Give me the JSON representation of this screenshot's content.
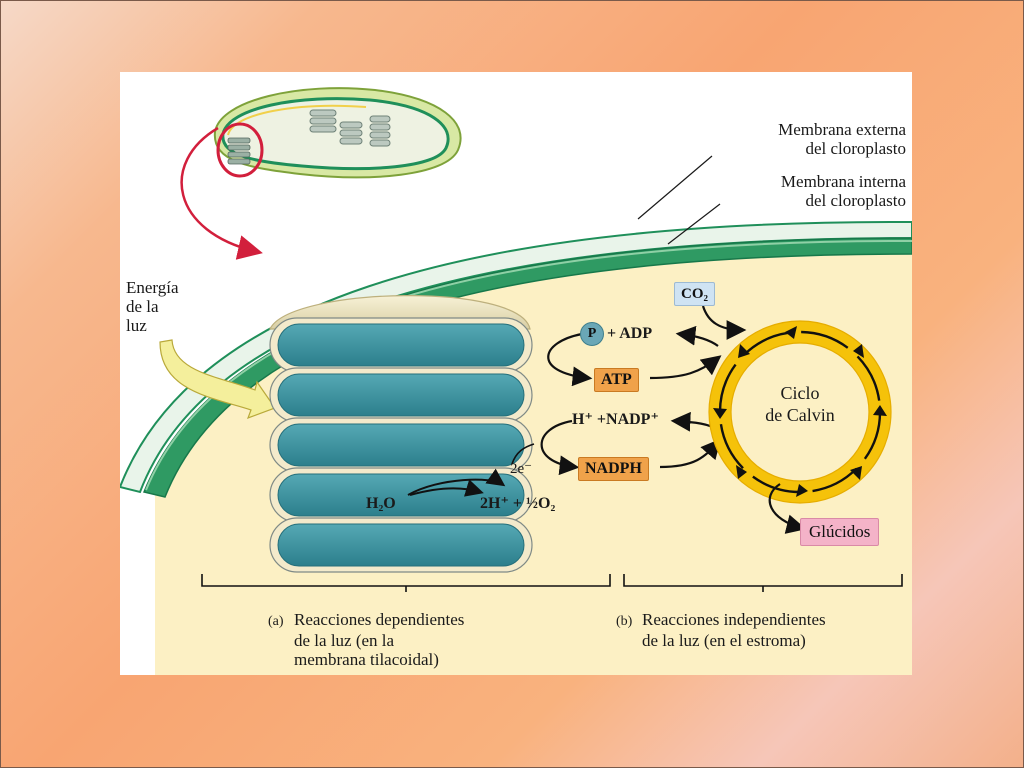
{
  "membranes": {
    "outer": [
      "Membrana externa",
      "del cloroplasto"
    ],
    "inner": [
      "Membrana interna",
      "del cloroplasto"
    ]
  },
  "light_energy": [
    "Energía",
    "de la",
    "luz"
  ],
  "inputs": {
    "co2": "CO₂"
  },
  "phosphate": {
    "p": "P",
    "plus_adp": "+ ADP"
  },
  "atp": "ATP",
  "nadp": "H⁺ +NADP⁺",
  "nadph": "NADPH",
  "electrons": "2e⁻",
  "water": "H₂O",
  "products": "2H⁺ + ½O₂",
  "calvin": [
    "Ciclo",
    "de Calvin"
  ],
  "glucides": "Glúcidos",
  "caption_a": {
    "tag": "(a)",
    "lines": [
      "Reacciones dependientes",
      "de la luz (en la",
      "membrana tilacoidal)"
    ]
  },
  "caption_b": {
    "tag": "(b)",
    "lines": [
      "Reacciones independientes",
      "de la luz (en el estroma)"
    ]
  },
  "colors": {
    "membrane": "#1f8f5a",
    "membrane_light": "#7fc79a",
    "stroma": "#fcf0c4",
    "thylakoid": "#3a93a0",
    "thylakoid_edge": "#f3eacb",
    "ring": "#f5c20a",
    "atp_box": "#f0a24a",
    "glucides_box": "#f4b3c8",
    "co2_box": "#cfe3f3"
  }
}
